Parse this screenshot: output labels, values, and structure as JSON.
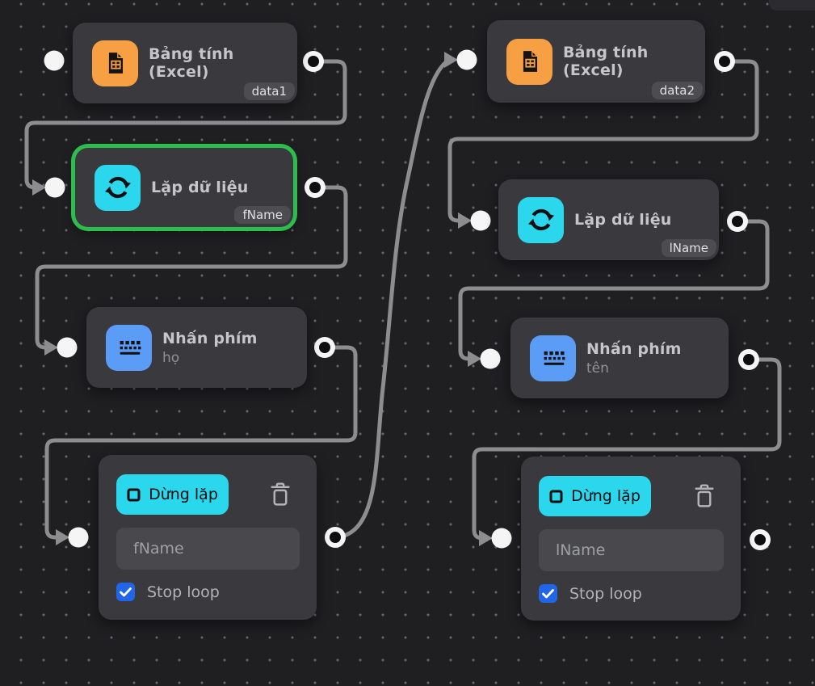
{
  "canvas": {
    "background_color": "#1f1f22",
    "wire_color": "#8d8d90",
    "selection_color": "#2dbd4e",
    "port_color": "#f5f5f5"
  },
  "nodes": [
    {
      "type": "spreadsheet",
      "title": "Bảng tính (Excel)",
      "badge": "data1",
      "icon": "spreadsheet-icon",
      "icon_color": "#f79f43"
    },
    {
      "type": "loop",
      "title": "Lặp dữ liệu",
      "badge": "fName",
      "icon": "loop-icon",
      "icon_color": "#2bd7ec",
      "selected": true
    },
    {
      "type": "keypress",
      "title": "Nhấn phím",
      "subtitle": "họ",
      "icon": "keyboard-icon",
      "icon_color": "#5b9cf6"
    },
    {
      "type": "stop-loop",
      "button_label": "Dừng lặp",
      "field_value": "fName",
      "checkbox_label": "Stop loop",
      "checkbox_checked": true,
      "button_color": "#2bd7ec",
      "checkbox_color": "#2166e8"
    },
    {
      "type": "spreadsheet",
      "title": "Bảng tính (Excel)",
      "badge": "data2",
      "icon": "spreadsheet-icon",
      "icon_color": "#f79f43"
    },
    {
      "type": "loop",
      "title": "Lặp dữ liệu",
      "badge": "lName",
      "icon": "loop-icon",
      "icon_color": "#2bd7ec",
      "selected": false
    },
    {
      "type": "keypress",
      "title": "Nhấn phím",
      "subtitle": "tên",
      "icon": "keyboard-icon",
      "icon_color": "#5b9cf6"
    },
    {
      "type": "stop-loop",
      "button_label": "Dừng lặp",
      "field_value": "lName",
      "checkbox_label": "Stop loop",
      "checkbox_checked": true,
      "button_color": "#2bd7ec",
      "checkbox_color": "#2166e8"
    }
  ]
}
